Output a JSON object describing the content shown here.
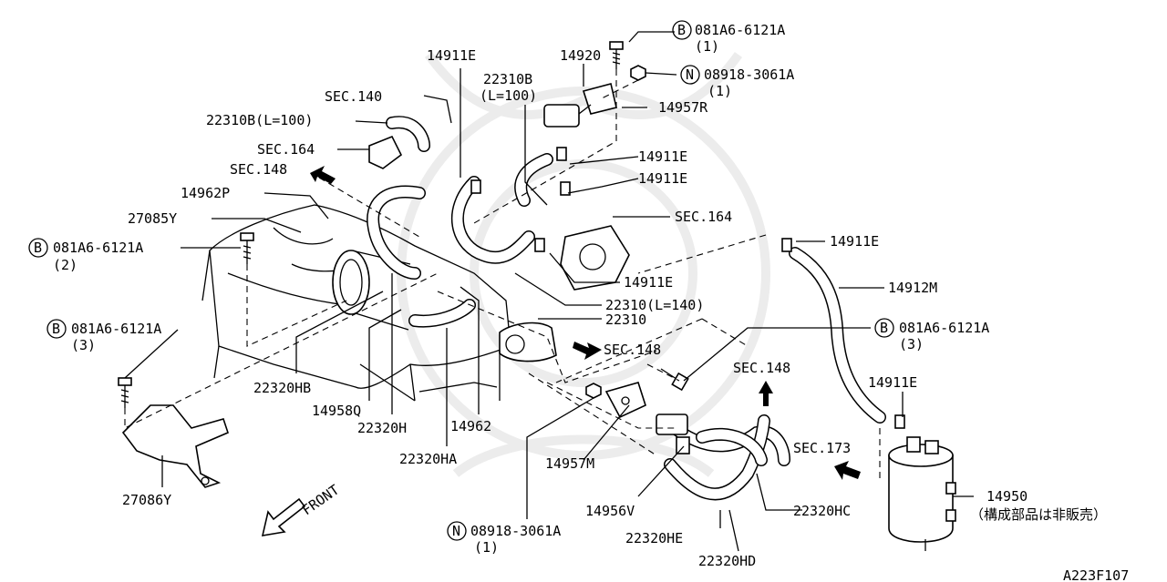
{
  "diagram": {
    "corner_code": "A223F107",
    "front_label": "FRONT",
    "callouts": {
      "bolt_top": {
        "symbol": "B",
        "code": "081A6-6121A",
        "qty": "(1)"
      },
      "nut_top": {
        "symbol": "N",
        "code": "08918-3061A",
        "qty": "(1)"
      },
      "bolt_left_2": {
        "symbol": "B",
        "code": "081A6-6121A",
        "qty": "(2)"
      },
      "bolt_left_3": {
        "symbol": "B",
        "code": "081A6-6121A",
        "qty": "(3)"
      },
      "bolt_right_3": {
        "symbol": "B",
        "code": "081A6-6121A",
        "qty": "(3)"
      },
      "nut_bottom": {
        "symbol": "N",
        "code": "08918-3061A",
        "qty": "(1)"
      }
    },
    "labels": {
      "p14911e_top": "14911E",
      "p14920": "14920",
      "p22310b_a": "22310B",
      "p22310b_b": "(L=100)",
      "sec140": "SEC.140",
      "p22310b_left": "22310B(L=100)",
      "sec164_left": "SEC.164",
      "sec148_left": "SEC.148",
      "p14957r": "14957R",
      "p14911e_r1": "14911E",
      "p14911e_r2": "14911E",
      "p14962p": "14962P",
      "p27085y": "27085Y",
      "sec164_right": "SEC.164",
      "p14911e_far": "14911E",
      "p14911e_mid": "14911E",
      "p14912m": "14912M",
      "p22310_l140": "22310(L=140)",
      "p22310": "22310",
      "sec148_mid": "SEC.148",
      "sec148_right": "SEC.148",
      "p14911e_low": "14911E",
      "p22320hb": "22320HB",
      "p14958q": "14958Q",
      "p22320h": "22320H",
      "p14962": "14962",
      "p22320ha": "22320HA",
      "p14957m": "14957M",
      "sec173": "SEC.173",
      "p14950": "14950",
      "p14950_note": "（構成部品は非販売）",
      "p27086y": "27086Y",
      "p14956v": "14956V",
      "p22320he": "22320HE",
      "p22320hc": "22320HC",
      "p22320hd": "22320HD"
    }
  }
}
